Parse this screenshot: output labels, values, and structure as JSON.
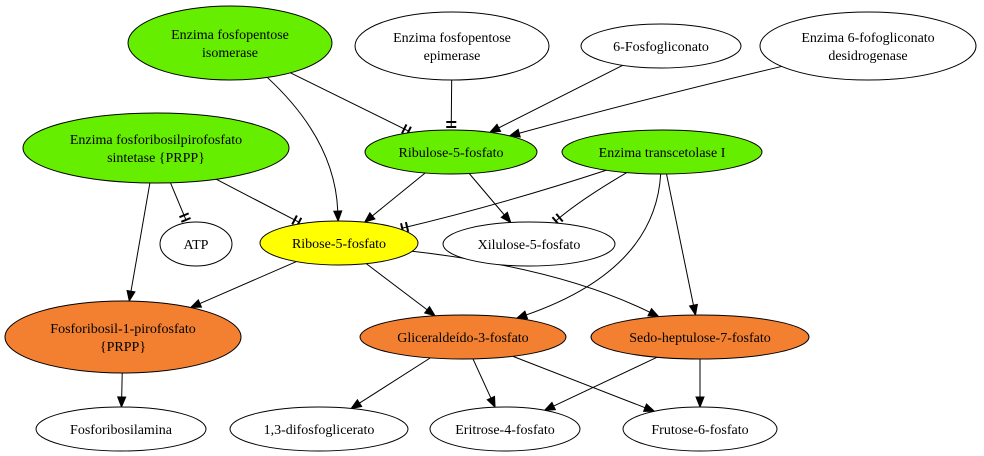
{
  "colors": {
    "enzyme": "#66ee00",
    "target": "#ffff00",
    "product": "#f28030",
    "plain": "#ffffff"
  },
  "nodes": {
    "isomerase": {
      "lines": [
        "Enzima fosfopentose",
        "isomerase"
      ],
      "color": "enzyme"
    },
    "epimerase": {
      "lines": [
        "Enzima fosfopentose",
        "epimerase"
      ],
      "color": "plain"
    },
    "fosfoglic": {
      "lines": [
        "6-Fosfogliconato"
      ],
      "color": "plain"
    },
    "desidrog": {
      "lines": [
        "Enzima 6-fofogliconato",
        "desidrogenase"
      ],
      "color": "plain"
    },
    "prpp_syn": {
      "lines": [
        "Enzima fosforibosilpirofosfato",
        "sintetase {PRPP}"
      ],
      "color": "enzyme"
    },
    "ribulose": {
      "lines": [
        "Ribulose-5-fosfato"
      ],
      "color": "enzyme"
    },
    "transcet": {
      "lines": [
        "Enzima transcetolase I"
      ],
      "color": "enzyme"
    },
    "atp": {
      "lines": [
        "ATP"
      ],
      "color": "plain"
    },
    "ribose": {
      "lines": [
        "Ribose-5-fosfato"
      ],
      "color": "target"
    },
    "xilulose": {
      "lines": [
        "Xilulose-5-fosfato"
      ],
      "color": "plain"
    },
    "fosforibosil": {
      "lines": [
        "Fosforibosil-1-pirofosfato",
        "{PRPP}"
      ],
      "color": "product"
    },
    "gliceral": {
      "lines": [
        "Gliceraldeído-3-fosfato"
      ],
      "color": "product"
    },
    "sedo": {
      "lines": [
        "Sedo-heptulose-7-fosfato"
      ],
      "color": "product"
    },
    "fosforibam": {
      "lines": [
        "Fosforibosilamina"
      ],
      "color": "plain"
    },
    "difosfo": {
      "lines": [
        "1,3-difosfoglicerato"
      ],
      "color": "plain"
    },
    "eritrose": {
      "lines": [
        "Eritrose-4-fosfato"
      ],
      "color": "plain"
    },
    "frutose": {
      "lines": [
        "Frutose-6-fosfato"
      ],
      "color": "plain"
    }
  },
  "edges": [
    {
      "from": "isomerase",
      "to": "ribulose",
      "type": "inhibit"
    },
    {
      "from": "isomerase",
      "to": "ribose",
      "type": "arrow"
    },
    {
      "from": "epimerase",
      "to": "ribulose",
      "type": "inhibit"
    },
    {
      "from": "fosfoglic",
      "to": "ribulose",
      "type": "arrow"
    },
    {
      "from": "desidrog",
      "to": "ribulose",
      "type": "arrow"
    },
    {
      "from": "prpp_syn",
      "to": "atp",
      "type": "inhibit"
    },
    {
      "from": "prpp_syn",
      "to": "ribose",
      "type": "inhibit"
    },
    {
      "from": "prpp_syn",
      "to": "fosforibosil",
      "type": "arrow"
    },
    {
      "from": "ribulose",
      "to": "ribose",
      "type": "arrow"
    },
    {
      "from": "ribulose",
      "to": "xilulose",
      "type": "arrow"
    },
    {
      "from": "transcet",
      "to": "ribose",
      "type": "inhibit"
    },
    {
      "from": "transcet",
      "to": "xilulose",
      "type": "inhibit"
    },
    {
      "from": "transcet",
      "to": "gliceral",
      "type": "arrow"
    },
    {
      "from": "transcet",
      "to": "sedo",
      "type": "arrow"
    },
    {
      "from": "ribose",
      "to": "fosforibosil",
      "type": "arrow"
    },
    {
      "from": "ribose",
      "to": "gliceral",
      "type": "arrow"
    },
    {
      "from": "ribose",
      "to": "sedo",
      "type": "arrow"
    },
    {
      "from": "fosforibosil",
      "to": "fosforibam",
      "type": "arrow"
    },
    {
      "from": "gliceral",
      "to": "difosfo",
      "type": "arrow"
    },
    {
      "from": "gliceral",
      "to": "eritrose",
      "type": "arrow"
    },
    {
      "from": "gliceral",
      "to": "frutose",
      "type": "arrow"
    },
    {
      "from": "sedo",
      "to": "eritrose",
      "type": "arrow"
    },
    {
      "from": "sedo",
      "to": "frutose",
      "type": "arrow"
    }
  ]
}
